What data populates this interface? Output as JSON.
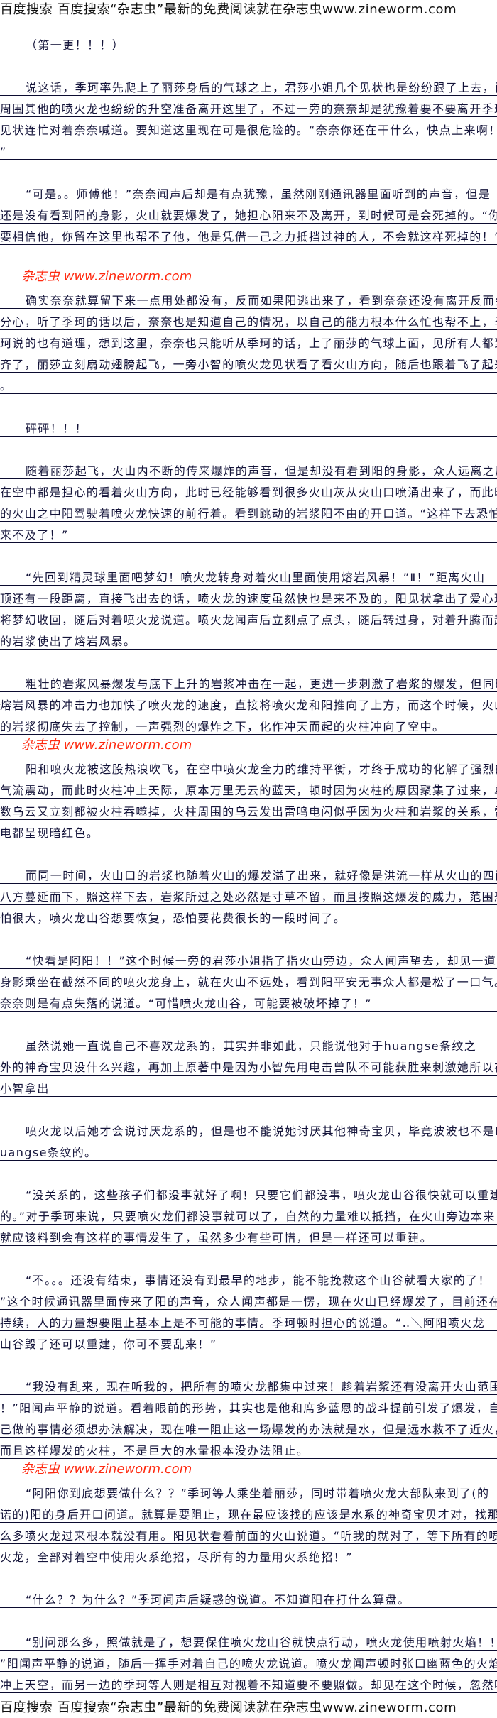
{
  "header": {
    "text": "百度搜索 百度搜索“杂志虫”最新的免费阅读就在杂志虫www.zineworm.com"
  },
  "footer": {
    "text": "百度搜索 百度搜索“杂志虫”最新的免费阅读就在杂志虫www.zineworm.com"
  },
  "watermark": {
    "text": "杂志虫 www.zineworm.com",
    "color": "#ff2a10"
  },
  "paragraphs": [
    {
      "lines": [
        "（第一更！！！）"
      ]
    },
    {
      "lines": [
        "说这话，季珂率先爬上了丽莎身后的气球之上，君莎小姐几个见状也是纷纷跟了上去，而",
        "周围其他的喷火龙也纷纷的升空准备离开这里了，不过一旁的奈奈却是犹豫着要不要离开季珂",
        "见状连忙对着奈奈喊道。要知道这里现在可是很危险的。“奈奈你还在干什么，快点上来啊！",
        "”"
      ]
    },
    {
      "lines": [
        "“可是。。师傅他！”奈奈闻声后却是有点犹豫，虽然刚刚通讯器里面听到的声音，但是",
        "还是没有看到阳的身影，火山就要爆发了，她担心阳来不及离开，到时候可是会死掉的。“你",
        "要相信他，你留在这里也帮不了他，他是凭借一己之力抵挡过神的人，不会就这样死掉的！”",
        ""
      ]
    },
    {
      "lines": [
        "确实奈奈就算留下来一点用处都没有，反而如果阳逃出来了，看到奈奈还没有离开反而会",
        "分心，听了季珂的话以后，奈奈也是知道自己的情况，以自己的能力根本什么忙也帮不上，季",
        "珂说的也有道理，想到这里，奈奈也只能听从季珂的话，上了丽莎的气球上面，见所有人都到",
        "齐了，丽莎立刻扇动翅膀起飞，一旁小智的喷火龙见状看了看火山方向，随后也跟着飞了起来",
        "。"
      ]
    },
    {
      "lines": [
        "砰砰！！！"
      ]
    },
    {
      "lines": [
        "随着丽莎起飞，火山内不断的传来爆炸的声音，但是却没有看到阳的身影，众人远离之后",
        "在空中都是担心的看着火山方向，此时已经能够看到很多火山灰从火山口喷涌出来了，而此时",
        "的火山之中阳驾驶着喷火龙快速的前行着。看到跳动的岩浆阳不由的开口道。“这样下去恐怕",
        "来不及了！”"
      ]
    },
    {
      "lines": [
        "“先回到精灵球里面吧梦幻！喷火龙转身对着火山里面使用熔岩风暴！”Ⅱ！”距离火山",
        "顶还有一段距离，直接飞出去的话，喷火龙的速度虽然快也是来不及的，阳见状拿出了爱心球",
        "将梦幻收回，随后对着喷火龙说道。喷火龙闻声后立刻点了点头，随后转过身，对着升腾而起",
        "的岩浆使出了熔岩风暴。"
      ]
    },
    {
      "lines": [
        "粗壮的岩浆风暴爆发与底下上升的岩浆冲击在一起，更进一步刺激了岩浆的爆发，但同时",
        "熔岩风暴的冲击力也加快了喷火龙的速度，直接将喷火龙和阳推向了上方，而这个时候，火山",
        "的岩浆彻底失去了控制，一声强烈的爆炸之下，化作冲天而起的火柱冲向了空中。"
      ]
    },
    {
      "lines": [
        "阳和喷火龙被这股热浪吹飞，在空中喷火龙全力的维持平衡，才终于成功的化解了强烈的",
        "气流震动，而此时火柱冲上天际，原本万里无云的蓝天，顿时因为火柱的原因聚集了过来，单",
        "数乌云又立刻都被火柱吞噬掉，火柱周围的乌云发出雷鸣电闪似乎因为火柱和岩浆的关系，雷",
        "电都呈现暗红色。"
      ]
    },
    {
      "lines": [
        "而同一时间，火山口的岩浆也随着火山的爆发溢了出来，就好像是洪流一样从火山的四面",
        "八方蔓延而下，照这样下去，岩浆所过之处必然是寸草不留，而且按照这爆发的威力，范围恐",
        "怕很大，喷火龙山谷想要恢复，恐怕要花费很长的一段时间了。"
      ]
    },
    {
      "lines": [
        "“快看是阿阳！！”这个时候一旁的君莎小姐指了指火山旁边，众人闻声望去，却见一道",
        "身影乘坐在截然不同的喷火龙身上，就在火山不远处，看到阳平安无事众人都是松了一口气。",
        "奈奈则是有点失落的说道。“可惜喷火龙山谷，可能要被破坏掉了！”"
      ]
    },
    {
      "lines": [
        "虽然说她一直说自己不喜欢龙系的，其实并非如此，只能说他对于huangse条纹之",
        "外的神奇宝贝没什么兴趣，再加上原著中是因为小智先用电击兽队不可能获胜来刺激她所以在",
        "小智拿出"
      ]
    },
    {
      "lines": [
        "喷火龙以后她才会说讨厌龙系的，但是也不能说她讨厌其他神奇宝贝，毕竟波波也不是h",
        "uangse条纹的。"
      ]
    },
    {
      "lines": [
        "“没关系的，这些孩子们都没事就好了啊！只要它们都没事，喷火龙山谷很快就可以重建",
        "的。”对于季珂来说，只要喷火龙们都没事就可以了，自然的力量难以抵挡，在火山旁边本来",
        "就应该料到会有这样的事情发生了，虽然多少有些可惜，但是一样还可以重建。"
      ]
    },
    {
      "lines": [
        "“不。。。还没有结束，事情还没有到最早的地步，能不能挽救这个山谷就看大家的了！",
        "”这个时候通讯器里面传来了阳的声音，众人闻声都是一愣，现在火山已经爆发了，目前还在",
        "持续，人的力量想要阻止基本上是不可能的事情。季珂顿时担心的说道。“‥＼阿阳喷火龙",
        "山谷毁了还可以重建，你可不要乱来！”"
      ]
    },
    {
      "lines": [
        "“我没有乱来，现在听我的，把所有的喷火龙都集中过来！趁着岩浆还有没离开火山范围",
        "！”阳闻声平静的说道。看着眼前的形势，其实也是他和席多蓝恩的战斗提前引发了爆发，自",
        "己做的事情必须想办法解决，现在唯一阻止这一场爆发的办法就是水，但是远水救不了近火，",
        "而且这样爆发的火柱，不是巨大的水量根本没办法阻止。"
      ]
    },
    {
      "lines": [
        "“阿阳你到底想要做什么？？”季珂等人乘坐着丽莎，同时带着喷火龙大部队来到了(的",
        "诺的)阳的身后开口问道。就算是要阻止，现在最应该找的应该是水系的神奇宝贝才对，找那",
        "么多喷火龙过来根本就没有用。阳见状看着前面的火山说道。“听我的就对了，等下所有的喷",
        "火龙，全部对着空中使用火系绝招，尽所有的力量用火系绝招！”"
      ]
    },
    {
      "lines": [
        "“什么？？为什么？”季珂闻声后疑惑的说道。不知道阳在打什么算盘。"
      ]
    },
    {
      "lines": [
        "“别问那么多，照做就是了，想要保住喷火龙山谷就快点行动，喷火龙使用喷射火焰！！",
        "”阳闻声平静的说道，随后一挥手对着自己的喷火龙说道。喷火龙闻声顿时张口幽蓝色的火焰",
        "冲上天空，而另一边的季珂等人则是相互对视着不知道要不要照做。却见在这个时候，忽然听"
      ]
    }
  ]
}
